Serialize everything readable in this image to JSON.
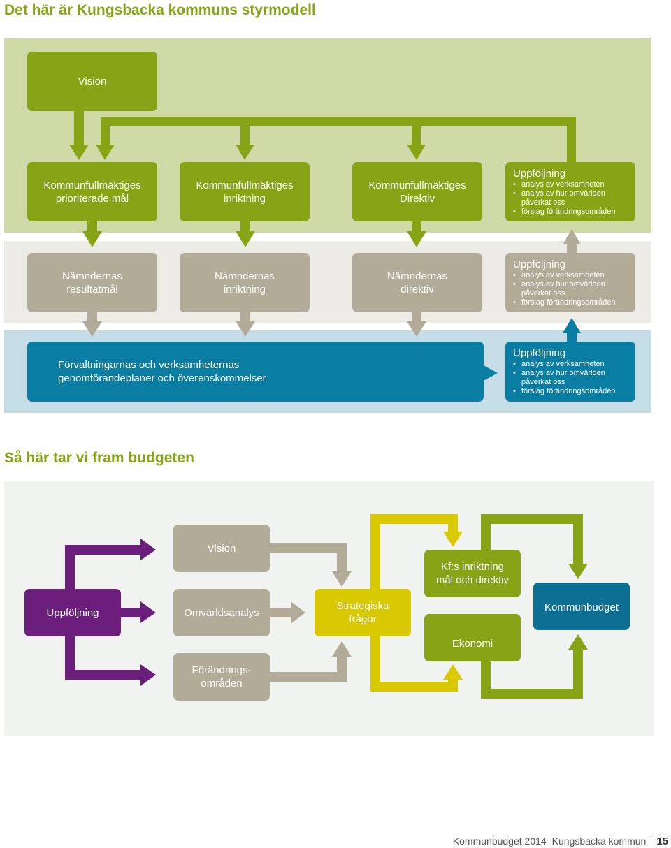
{
  "colors": {
    "green": "#86a415",
    "green_bg": "#d0daa7",
    "grey": "#b2ab97",
    "grey_bg": "#ecebe6",
    "blue": "#0a7ea2",
    "blue_bg": "#c4dde6",
    "purple": "#6b1e7c",
    "yellow": "#d8c900",
    "dark_blue": "#0d6e94",
    "diagram_bg": "#f1f3f0"
  },
  "title1": "Det här är Kungsbacka kommuns styrmodell",
  "row1": {
    "vision": "Vision",
    "kf_mal": "Kommunfullmäktiges\nprioriterade mål",
    "kf_inriktning": "Kommunfullmäktiges\ninriktning",
    "kf_direktiv": "Kommunfullmäktiges\nDirektiv",
    "uppfoljning": {
      "title": "Uppföljning",
      "items": [
        "analys av verksamheten",
        "analys av hur omvärlden påverkat oss",
        "förslag förändringsområden"
      ]
    }
  },
  "row2": {
    "resultatmal": "Nämndernas\nresultatmål",
    "inriktning": "Nämndernas\ninriktning",
    "direktiv": "Nämndernas\ndirektiv",
    "uppfoljning": {
      "title": "Uppföljning",
      "items": [
        "analys av verksamheten",
        "analys av hur omvärlden påverkat oss",
        "förslag förändringsområden"
      ]
    }
  },
  "row3": {
    "forvaltning": "Förvaltningarnas och verksamheternas\ngenomförandeplaner och överenskommelser",
    "uppfoljning": {
      "title": "Uppföljning",
      "items": [
        "analys av verksamheten",
        "analys av hur omvärlden påverkat oss",
        "förslag förändringsområden"
      ]
    }
  },
  "title2": "Så här tar vi fram budgeten",
  "budget": {
    "uppfoljning": "Uppföljning",
    "vision": "Vision",
    "omvarldsanalys": "Omvärldsanalys",
    "forandringsomraden": "Förändrings-\nområden",
    "strategiska": "Strategiska\nfrågor",
    "kf_inriktning": "Kf:s inriktning\nmål och direktiv",
    "ekonomi": "Ekonomi",
    "kommunbudget": "Kommunbudget"
  },
  "footer": {
    "publication": "Kommunbudget 2014",
    "municipality": "Kungsbacka kommun",
    "page": "15"
  }
}
